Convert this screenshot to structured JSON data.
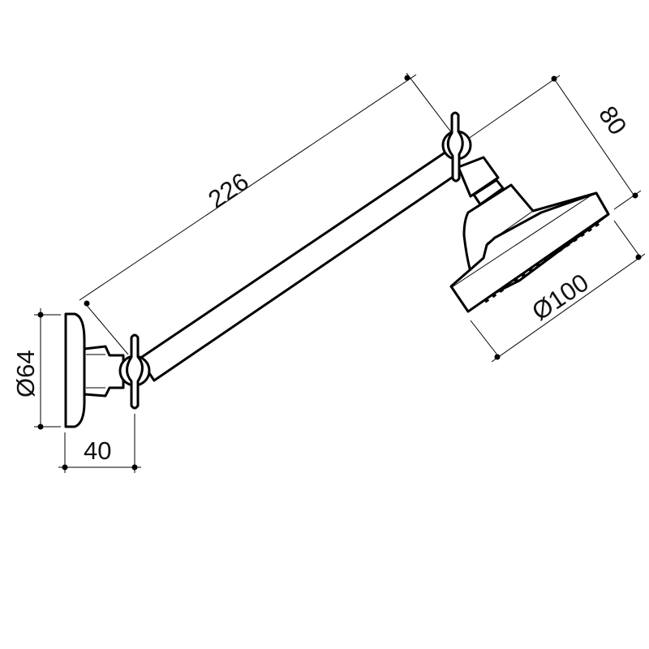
{
  "drawing": {
    "title": "Shower arm with shower head - dimension drawing",
    "units": "mm",
    "background": "#ffffff",
    "line_color": "#000000"
  },
  "dimensions": {
    "arm_length": {
      "label": "226",
      "value": 226
    },
    "head_height": {
      "label": "80",
      "value": 80
    },
    "head_diameter": {
      "label": "Ø100",
      "value": 100
    },
    "flange_diameter": {
      "label": "Ø64",
      "value": 64
    },
    "wall_projection": {
      "label": "40",
      "value": 40
    }
  },
  "components": [
    {
      "name": "wall-flange"
    },
    {
      "name": "hex-fitting"
    },
    {
      "name": "lower-swivel-joint"
    },
    {
      "name": "shower-arm"
    },
    {
      "name": "upper-swivel-joint"
    },
    {
      "name": "shower-head"
    }
  ]
}
